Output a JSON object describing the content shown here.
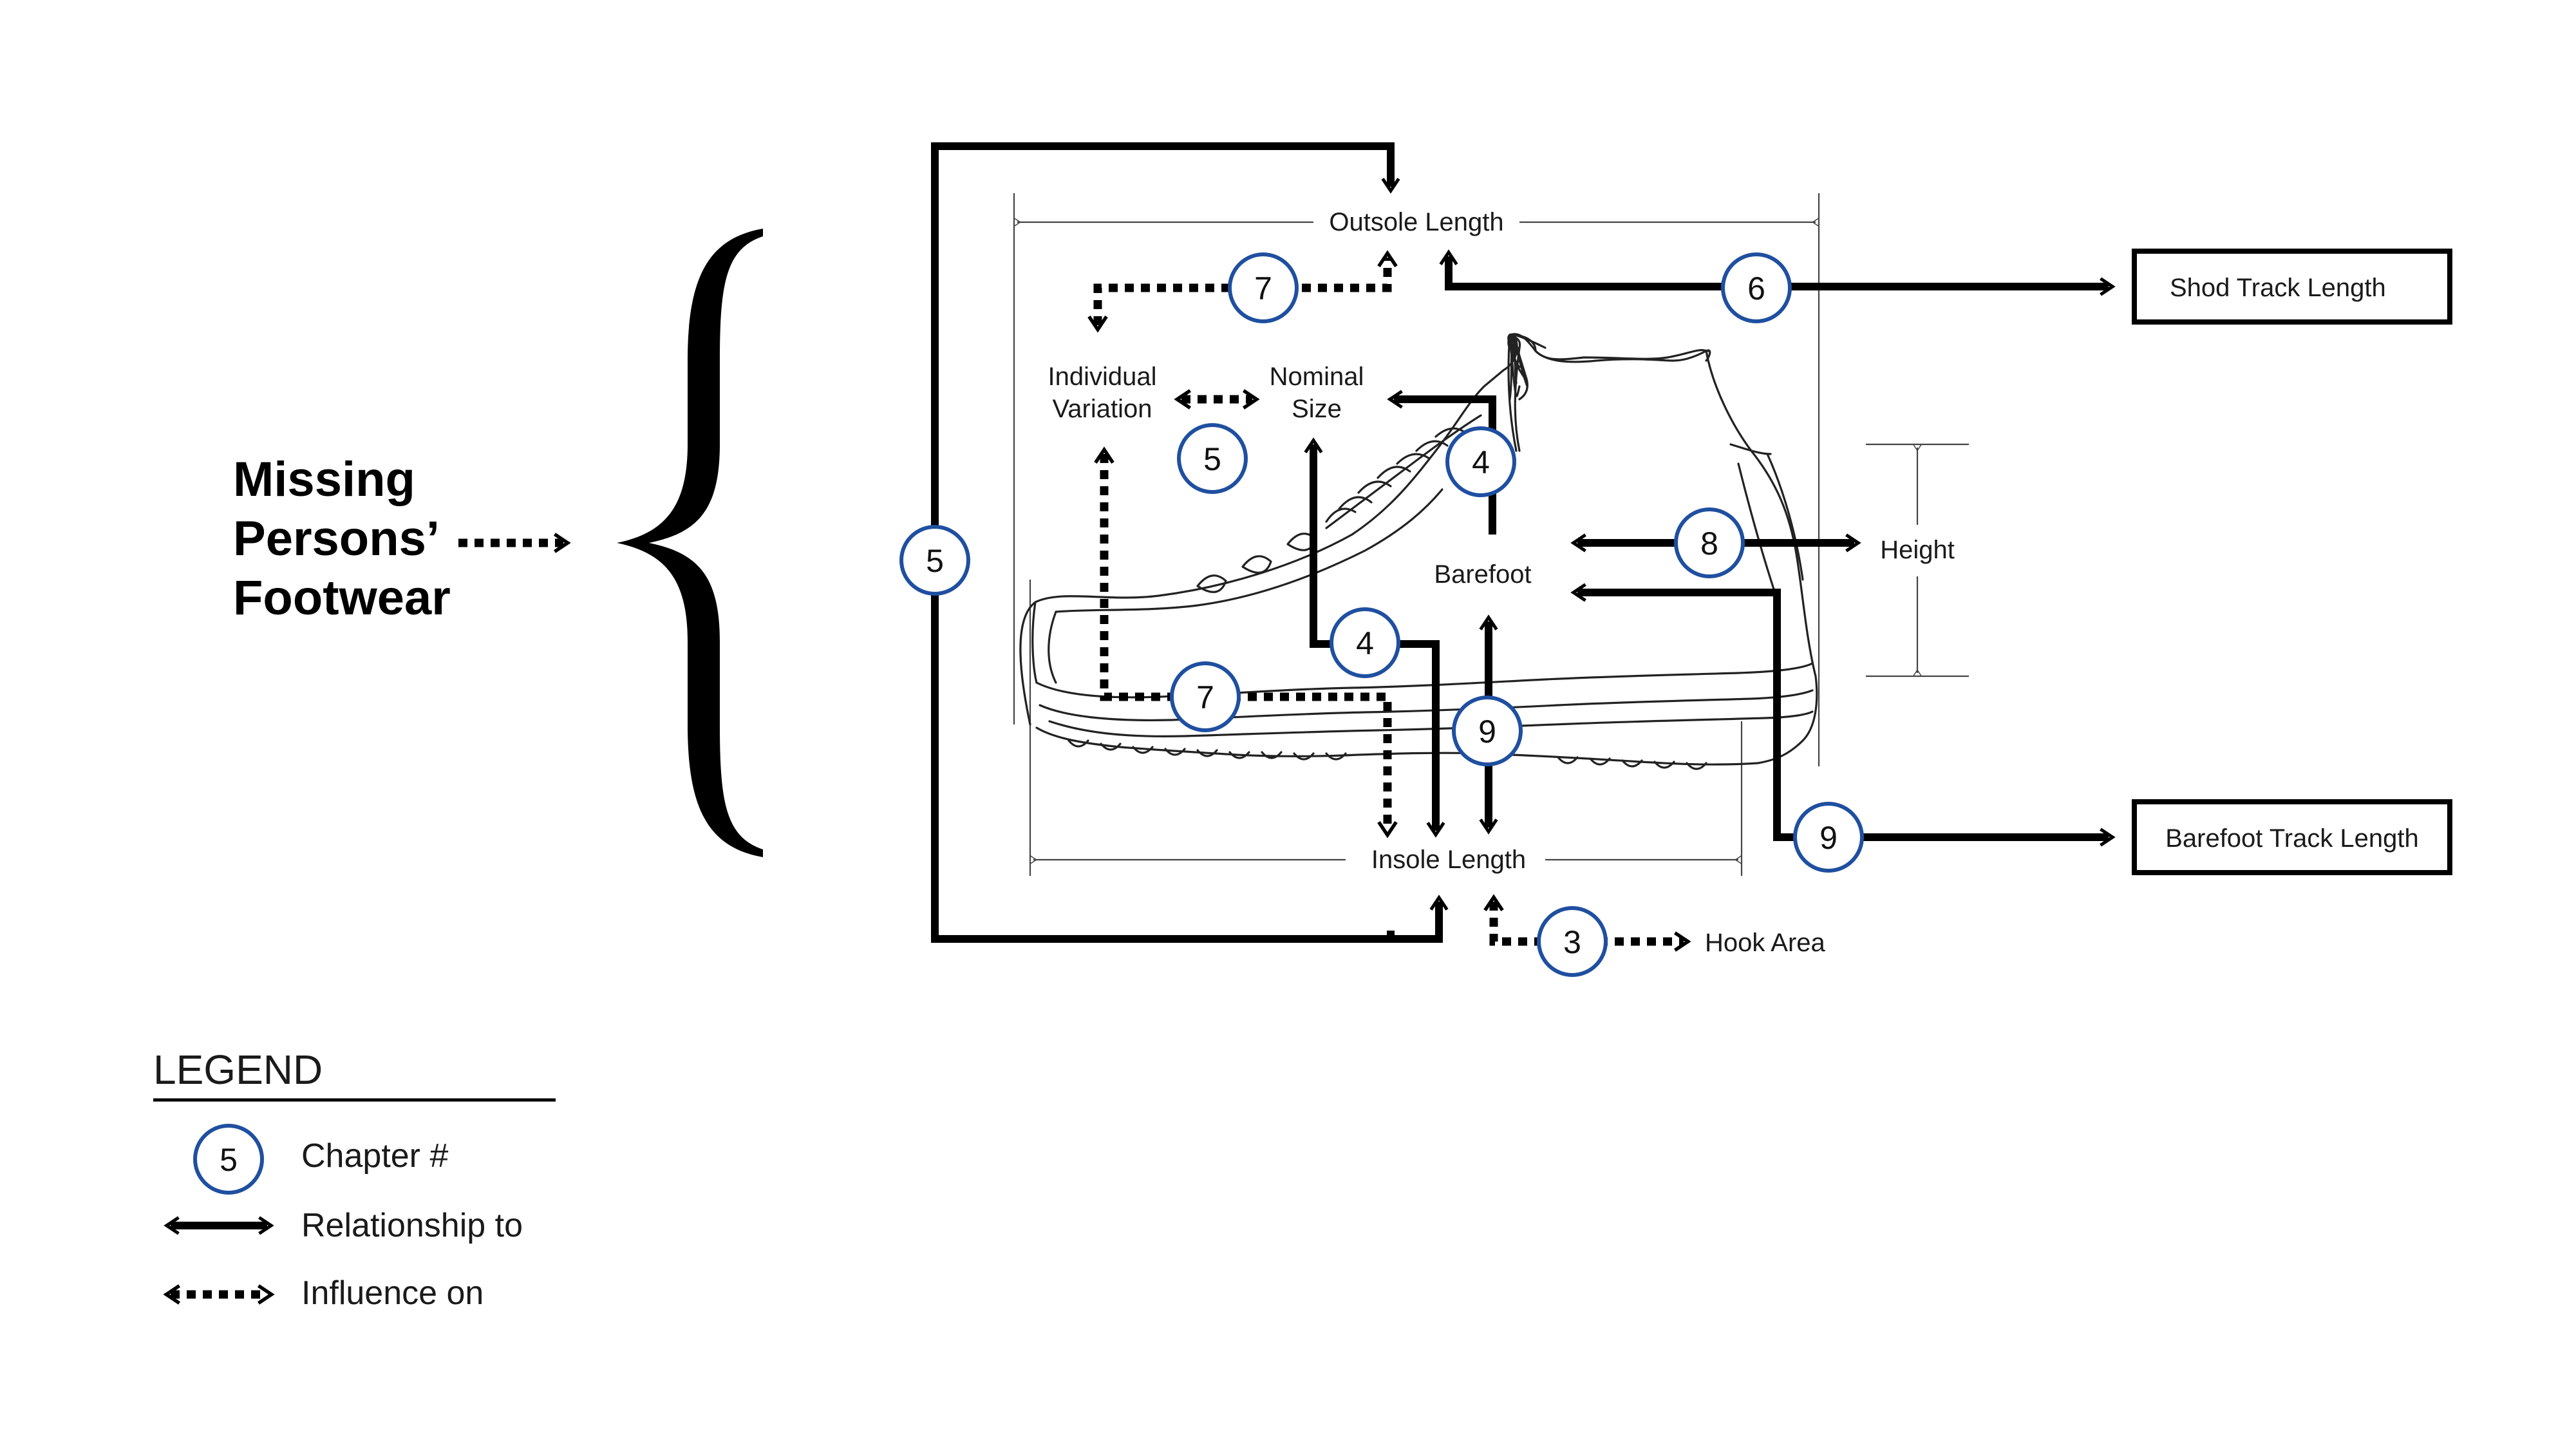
{
  "subject": {
    "line1": "Missing",
    "line2": "Persons’",
    "line3": "Footwear"
  },
  "labels": {
    "outsole_length": "Outsole Length",
    "insole_length": "Insole Length",
    "individual_variation_1": "Individual",
    "individual_variation_2": "Variation",
    "nominal_size_1": "Nominal",
    "nominal_size_2": "Size",
    "barefoot": "Barefoot",
    "height": "Height",
    "hook_area": "Hook Area"
  },
  "boxes": {
    "shod_track_length": "Shod Track Length",
    "barefoot_track_length": "Barefoot Track Length"
  },
  "chapters": {
    "outer_loop": "5",
    "top_influence": "7",
    "outsole_to_shod": "6",
    "variation_size": "5",
    "size_barefoot": "4",
    "insole_size": "4",
    "barefoot_height": "8",
    "bottom_influence": "7",
    "insole_barefoot": "9",
    "barefoot_track": "9",
    "hook_area": "3"
  },
  "legend": {
    "title": "LEGEND",
    "chapter_sample": "5",
    "chapter_label": "Chapter #",
    "relationship_label": "Relationship to",
    "influence_label": "Influence on"
  },
  "colors": {
    "chapter_ring": "#1f4fa0",
    "lines": "#000000"
  }
}
